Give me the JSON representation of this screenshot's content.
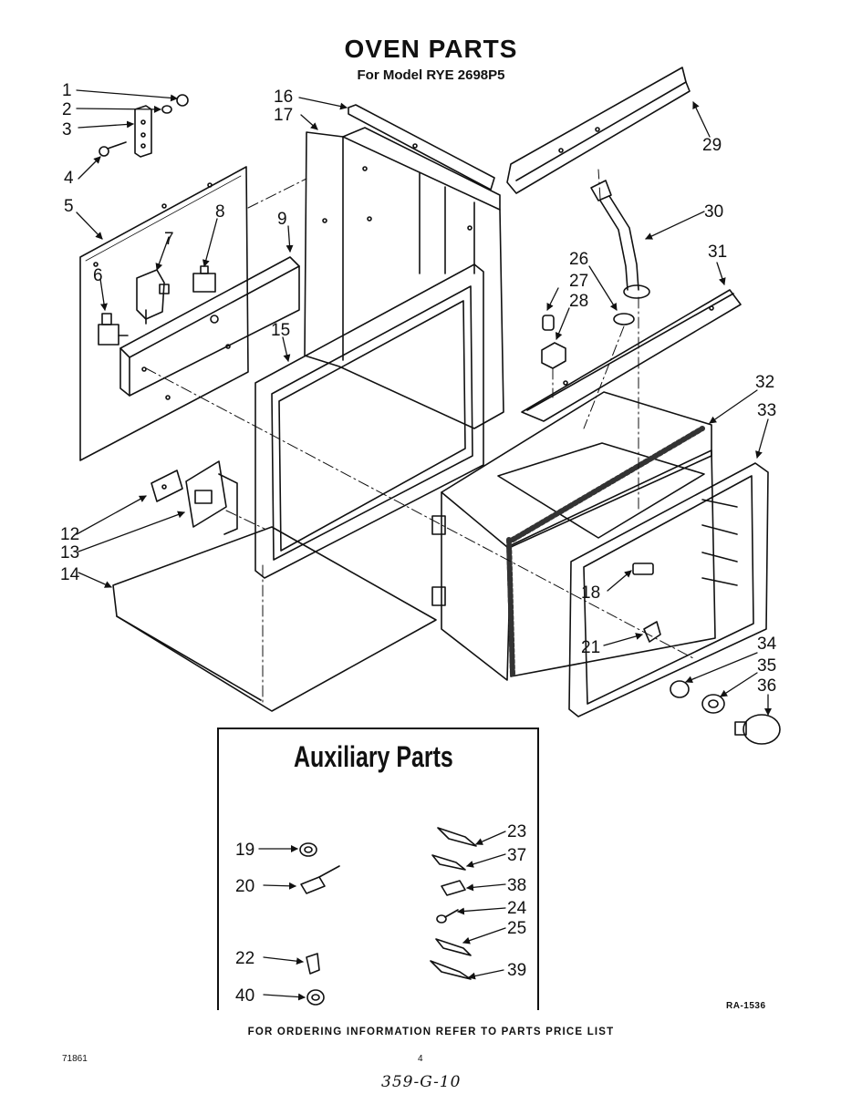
{
  "header": {
    "title": "OVEN PARTS",
    "subtitle": "For Model RYE 2698P5"
  },
  "labels": [
    "1",
    "2",
    "3",
    "4",
    "5",
    "6",
    "7",
    "8",
    "9",
    "12",
    "13",
    "14",
    "15",
    "16",
    "17",
    "18",
    "21",
    "26",
    "27",
    "28",
    "29",
    "30",
    "31",
    "32",
    "33",
    "34",
    "35",
    "36"
  ],
  "auxiliary": {
    "title": "Auxiliary Parts",
    "labels": [
      "19",
      "20",
      "22",
      "40",
      "23",
      "37",
      "38",
      "24",
      "25",
      "39"
    ]
  },
  "footer": {
    "drawing_code": "RA-1536",
    "ordering_note": "FOR ORDERING INFORMATION REFER TO PARTS PRICE LIST",
    "doc_number": "71861",
    "page_number": "4",
    "handwritten": "359-G-10"
  }
}
